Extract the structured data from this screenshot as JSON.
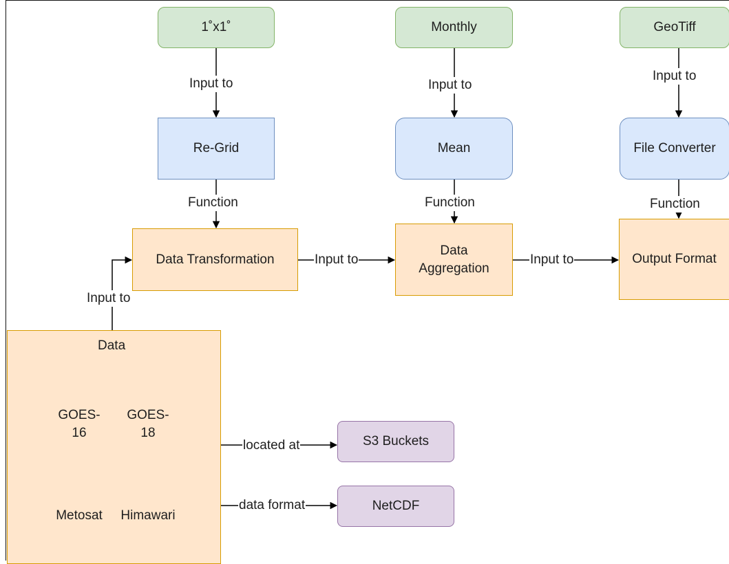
{
  "inputs": {
    "grid": "1˚x1˚",
    "period": "Monthly",
    "format": "GeoTiff"
  },
  "functions": {
    "regrid": "Re-Grid",
    "mean": "Mean",
    "converter": "File Converter"
  },
  "stages": {
    "transformation": "Data Transformation",
    "aggregation": "Data Aggregation",
    "output": "Output Format"
  },
  "data": {
    "title": "Data",
    "sources": [
      "GOES-16",
      "GOES-18",
      "Metosat",
      "Himawari"
    ]
  },
  "storage": {
    "location": "S3 Buckets",
    "format": "NetCDF"
  },
  "edges": {
    "input_to": "Input to",
    "function": "Function",
    "located_at": "located at",
    "data_format": "data format"
  },
  "colors": {
    "input_fill": "#d5e8d4",
    "function_fill": "#dae8fc",
    "stage_fill": "#ffe6cc",
    "storage_fill": "#e1d5e7"
  }
}
